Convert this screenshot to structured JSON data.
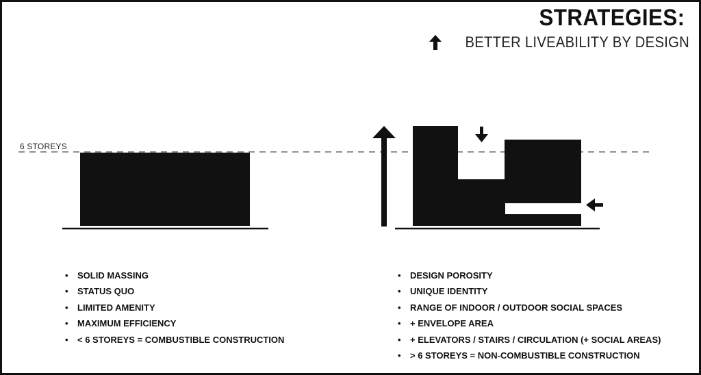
{
  "header": {
    "title": "STRATEGIES:",
    "subtitle": "BETTER LIVEABILITY BY DESIGN",
    "subtitle_icon": "arrow-up-icon"
  },
  "diagram": {
    "storey_label": "6 STOREYS",
    "color": "#111111"
  },
  "left_list": {
    "items": [
      "SOLID MASSING",
      "STATUS QUO",
      "LIMITED AMENITY",
      "MAXIMUM EFFICIENCY",
      "< 6 STOREYS = COMBUSTIBLE CONSTRUCTION"
    ]
  },
  "right_list": {
    "items": [
      "DESIGN POROSITY",
      "UNIQUE IDENTITY",
      "RANGE OF INDOOR / OUTDOOR SOCIAL SPACES",
      "+ ENVELOPE AREA",
      "+ ELEVATORS / STAIRS / CIRCULATION (+ SOCIAL AREAS)",
      "> 6 STOREYS = NON-COMBUSTIBLE CONSTRUCTION"
    ]
  }
}
